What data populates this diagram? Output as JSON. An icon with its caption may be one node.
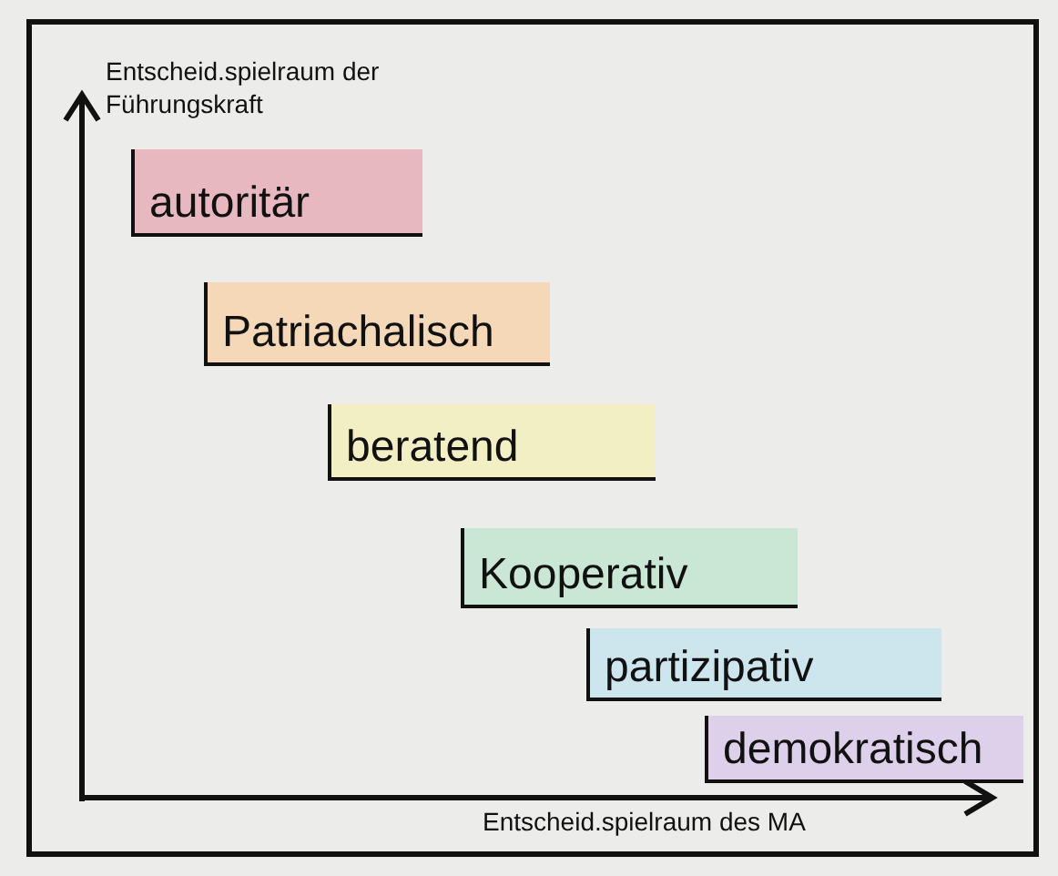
{
  "diagram": {
    "nodes": [
      {
        "text": [
          "autoritär"
        ]
      },
      {
        "text": [
          "Patriachalisch"
        ]
      },
      {
        "text": [
          "beratend"
        ]
      },
      {
        "text": [
          "Kooperativ"
        ]
      },
      {
        "text": [
          "partizipativ"
        ]
      },
      {
        "text": [
          "demokratisch"
        ]
      }
    ],
    "labels": [
      "Entscheid.spielraum der Führungskraft",
      "Entscheid.spielraum des MA"
    ]
  }
}
